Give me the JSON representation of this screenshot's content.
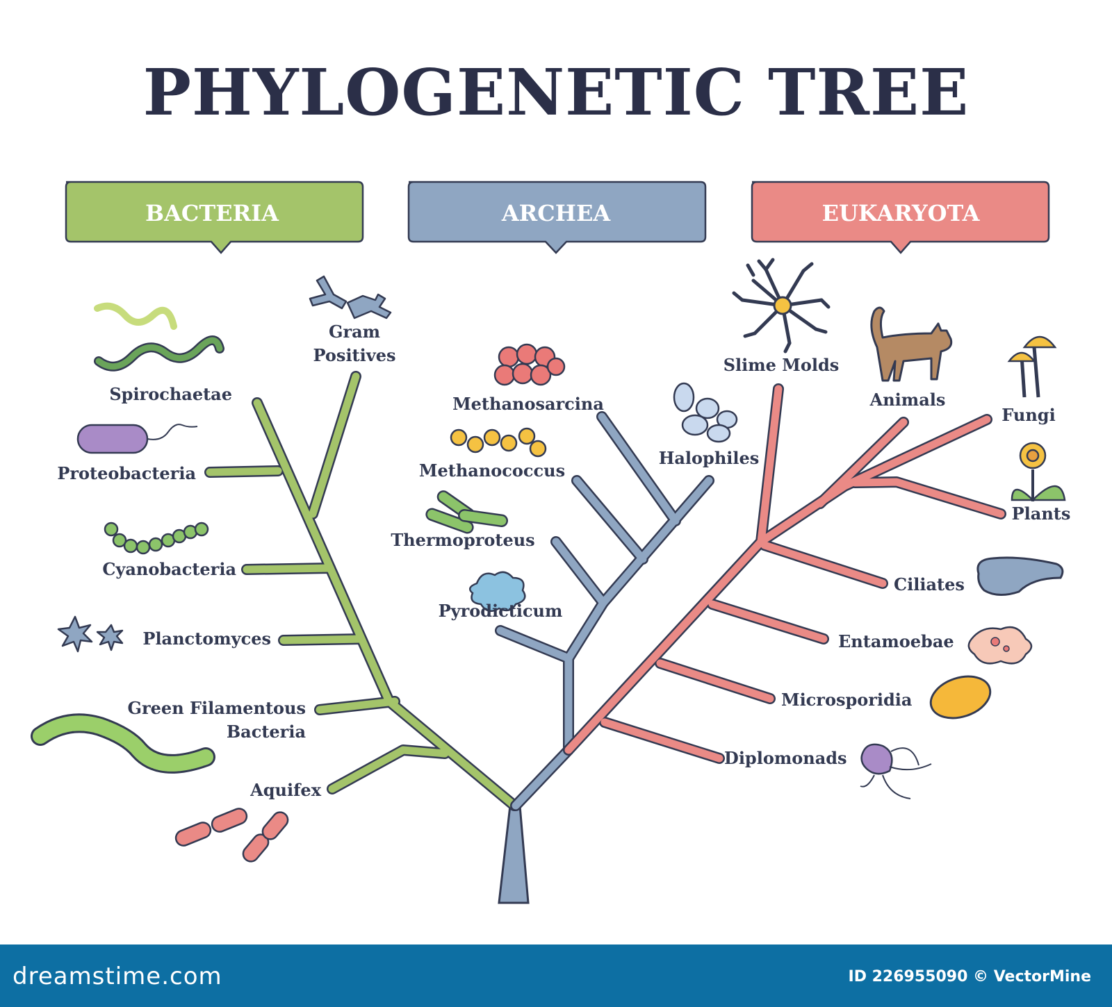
{
  "title": "PHYLOGENETIC TREE",
  "domains": {
    "bacteria": {
      "label": "BACTERIA",
      "color": "#a4c46a"
    },
    "archea": {
      "label": "ARCHEA",
      "color": "#8fa6c2"
    },
    "eukaryota": {
      "label": "EUKARYOTA",
      "color": "#ea8a86"
    }
  },
  "bacteria_groups": {
    "gram_positives_1": "Gram",
    "gram_positives_2": "Positives",
    "spirochaetae": "Spirochaetae",
    "proteobacteria": "Proteobacteria",
    "cyanobacteria": "Cyanobacteria",
    "planctomyces": "Planctomyces",
    "green_filamentous_1": "Green Filamentous",
    "green_filamentous_2": "Bacteria",
    "aquifex": "Aquifex"
  },
  "archea_groups": {
    "methanosarcina": "Methanosarcina",
    "methanococcus": "Methanococcus",
    "thermoproteus": "Thermoproteus",
    "pyrodicticum": "Pyrodicticum",
    "halophiles": "Halophiles"
  },
  "eukaryota_groups": {
    "slime_molds": "Slime Molds",
    "animals": "Animals",
    "fungi": "Fungi",
    "plants": "Plants",
    "ciliates": "Ciliates",
    "entamoebae": "Entamoebae",
    "microsporidia": "Microsporidia",
    "diplomonads": "Diplomonads"
  },
  "footer": {
    "logo": "dreamstime.com",
    "id_text": "ID 226955090 © VectorMine",
    "color": "#0d6fa3"
  }
}
